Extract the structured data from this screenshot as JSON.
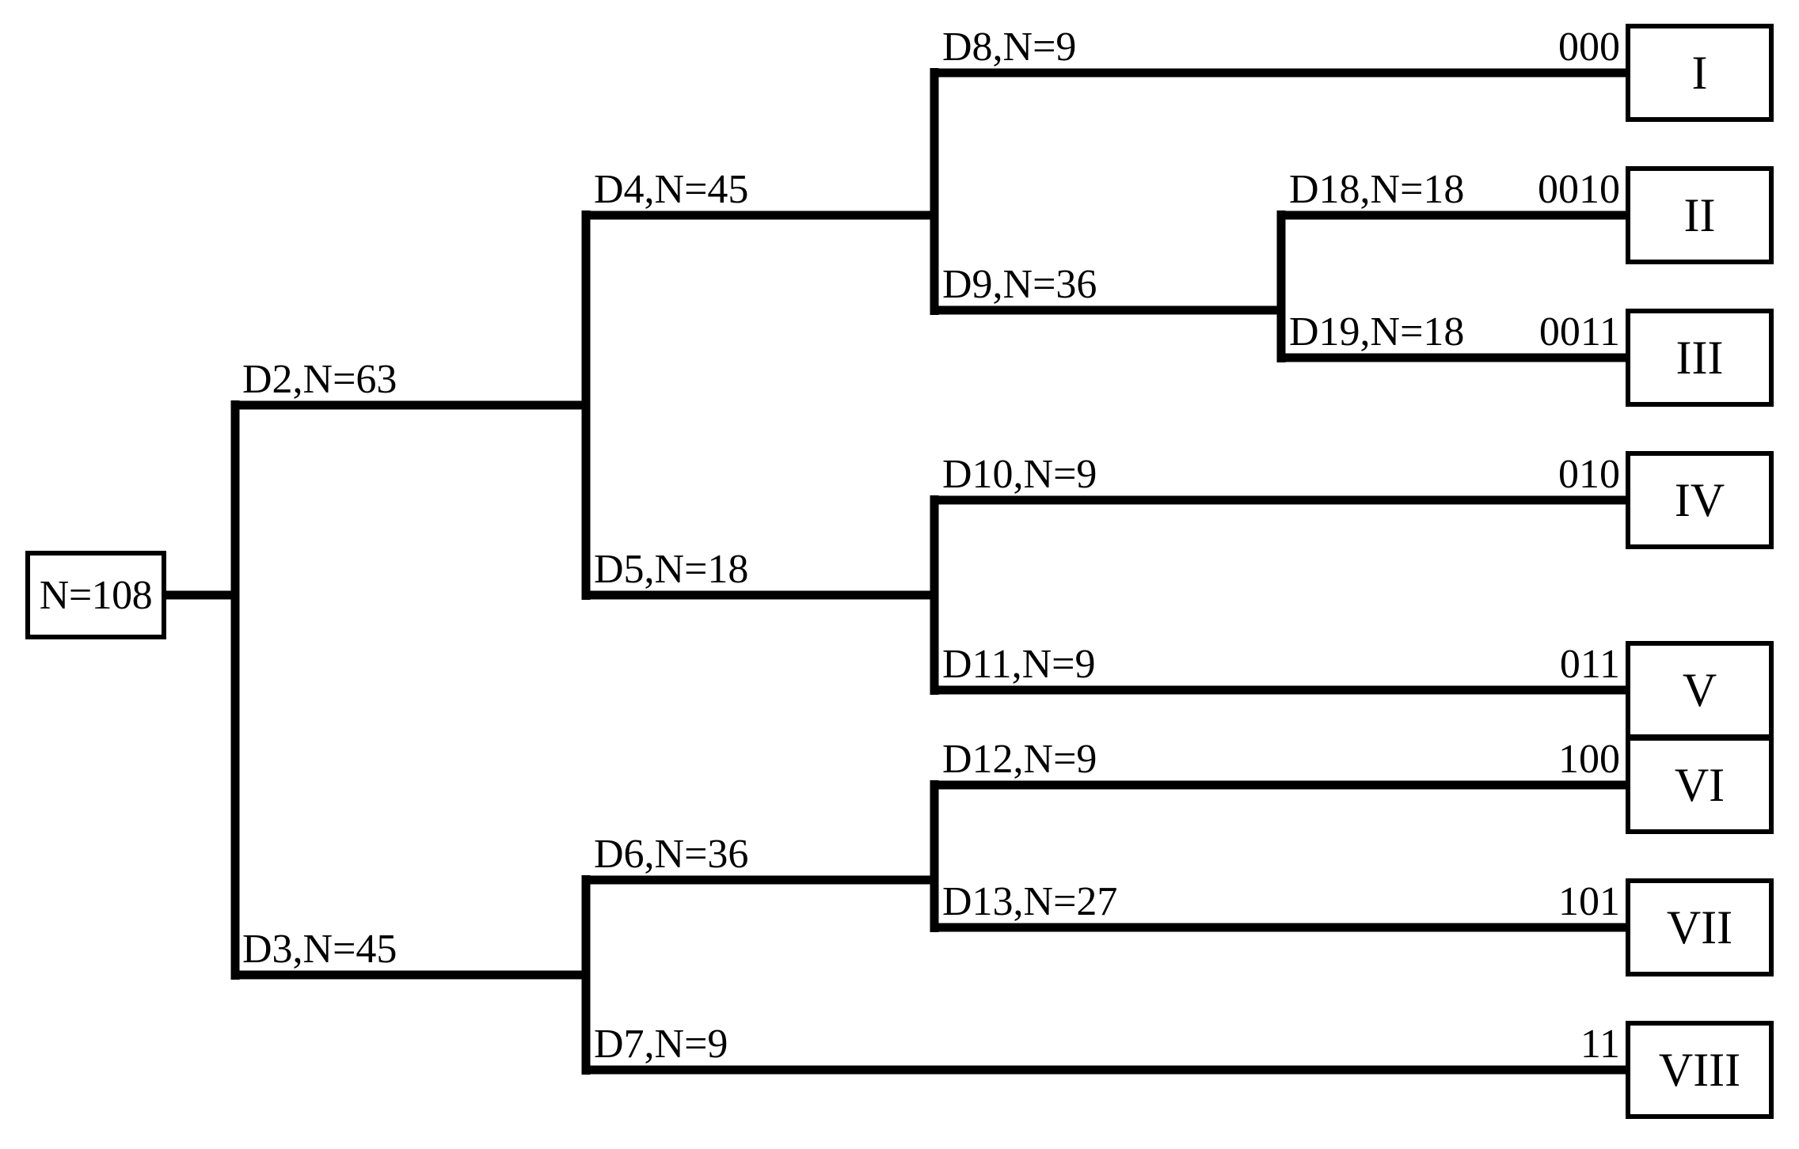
{
  "diagram": {
    "type": "binary-decision-tree-dendrogram",
    "root": {
      "label": "N=108",
      "n": 108
    },
    "internal_nodes": [
      {
        "id": "D2",
        "label": "D2,N=63",
        "n": 63
      },
      {
        "id": "D3",
        "label": "D3,N=45",
        "n": 45
      },
      {
        "id": "D4",
        "label": "D4,N=45",
        "n": 45
      },
      {
        "id": "D5",
        "label": "D5,N=18",
        "n": 18
      },
      {
        "id": "D6",
        "label": "D6,N=36",
        "n": 36
      },
      {
        "id": "D7",
        "label": "D7,N=9",
        "n": 9
      },
      {
        "id": "D8",
        "label": "D8,N=9",
        "n": 9
      },
      {
        "id": "D9",
        "label": "D9,N=36",
        "n": 36
      },
      {
        "id": "D10",
        "label": "D10,N=9",
        "n": 9
      },
      {
        "id": "D11",
        "label": "D11,N=9",
        "n": 9
      },
      {
        "id": "D12",
        "label": "D12,N=9",
        "n": 9
      },
      {
        "id": "D13",
        "label": "D13,N=27",
        "n": 27
      },
      {
        "id": "D18",
        "label": "D18,N=18",
        "n": 18
      },
      {
        "id": "D19",
        "label": "D19,N=18",
        "n": 18
      }
    ],
    "leaves": [
      {
        "numeral": "I",
        "code": "000"
      },
      {
        "numeral": "II",
        "code": "0010"
      },
      {
        "numeral": "III",
        "code": "0011"
      },
      {
        "numeral": "IV",
        "code": "010"
      },
      {
        "numeral": "V",
        "code": "011"
      },
      {
        "numeral": "VI",
        "code": "100"
      },
      {
        "numeral": "VII",
        "code": "101"
      },
      {
        "numeral": "VIII",
        "code": "11"
      }
    ],
    "colors": {
      "stroke": "#000000",
      "background": "#ffffff",
      "text": "#000000"
    }
  }
}
